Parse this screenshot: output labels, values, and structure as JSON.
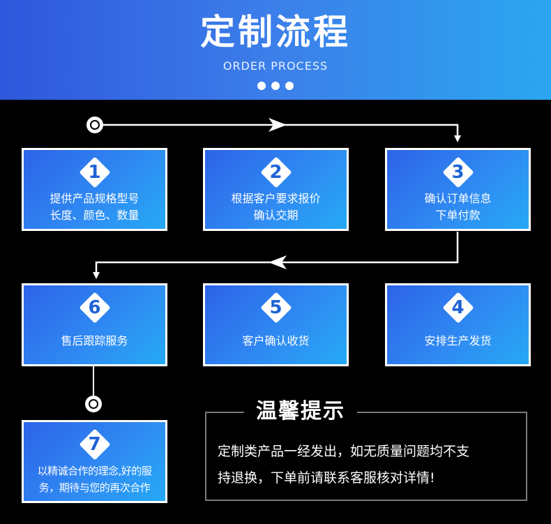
{
  "header": {
    "title": "定制流程",
    "subtitle": "ORDER PROCESS"
  },
  "steps": [
    {
      "number": "1",
      "lines": [
        "提供产品规格型号",
        "长度、颜色、数量"
      ]
    },
    {
      "number": "2",
      "lines": [
        "根据客户要求报价",
        "确认交期"
      ]
    },
    {
      "number": "3",
      "lines": [
        "确认订单信息",
        "下单付款"
      ]
    },
    {
      "number": "4",
      "lines": [
        "安排生产发货"
      ]
    },
    {
      "number": "5",
      "lines": [
        "客户确认收货"
      ]
    },
    {
      "number": "6",
      "lines": [
        "售后跟踪服务"
      ]
    },
    {
      "number": "7",
      "lines": [
        "以精诚合作的理念,好的服",
        "务，期待与您的再次合作"
      ]
    }
  ],
  "tips": {
    "title": "温馨提示",
    "lines": [
      "定制类产品一经发出，如无质量问题均不支",
      "持退换，下单前请联系客服核对详情!"
    ]
  },
  "colors": {
    "background": "#000000",
    "accent_blue": "#2f8df3",
    "header_start": "#2f57dc",
    "header_end": "#2ba6ef"
  }
}
